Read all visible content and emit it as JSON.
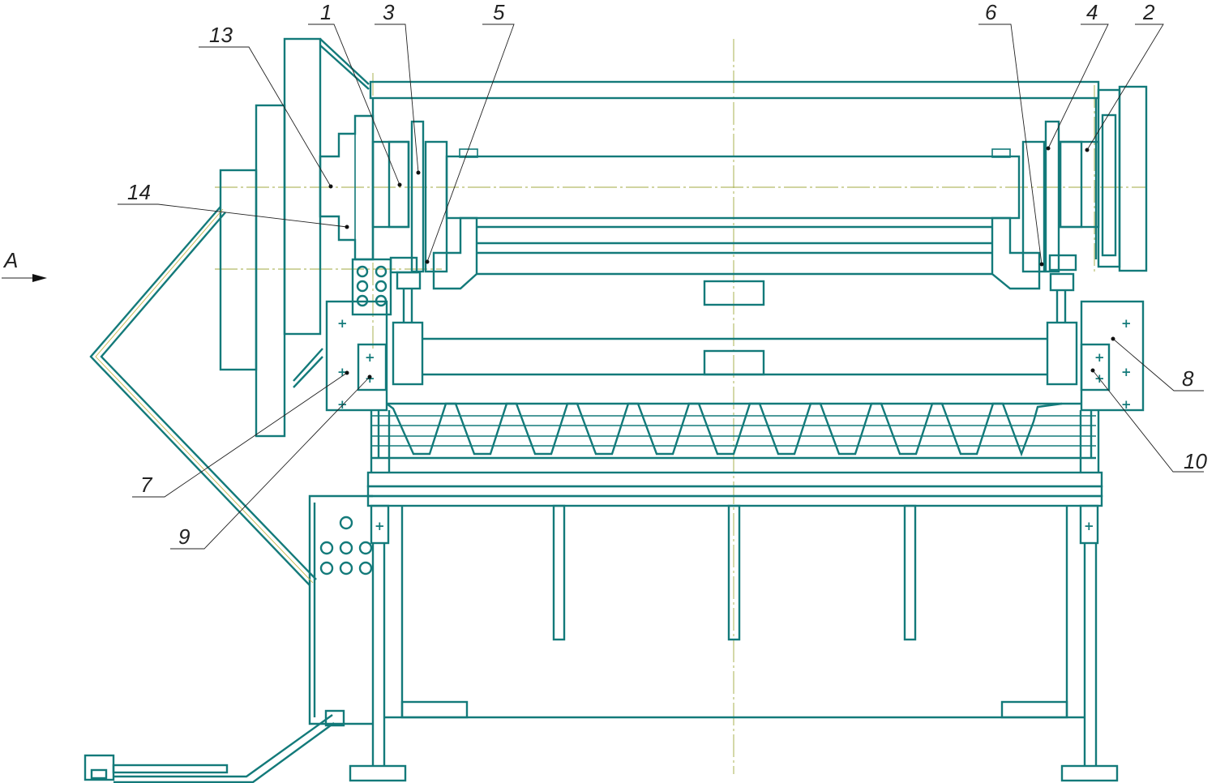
{
  "drawing": {
    "view_label": "A",
    "callouts": [
      {
        "id": "c1",
        "text": "1"
      },
      {
        "id": "c2",
        "text": "2"
      },
      {
        "id": "c3",
        "text": "3"
      },
      {
        "id": "c4",
        "text": "4"
      },
      {
        "id": "c5",
        "text": "5"
      },
      {
        "id": "c6",
        "text": "6"
      },
      {
        "id": "c7",
        "text": "7"
      },
      {
        "id": "c8",
        "text": "8"
      },
      {
        "id": "c9",
        "text": "9"
      },
      {
        "id": "c10",
        "text": "10"
      },
      {
        "id": "c13",
        "text": "13"
      },
      {
        "id": "c14",
        "text": "14"
      }
    ],
    "colors": {
      "outline": "#137a7a",
      "centerline": "#a0a840",
      "leader": "#222222"
    }
  }
}
